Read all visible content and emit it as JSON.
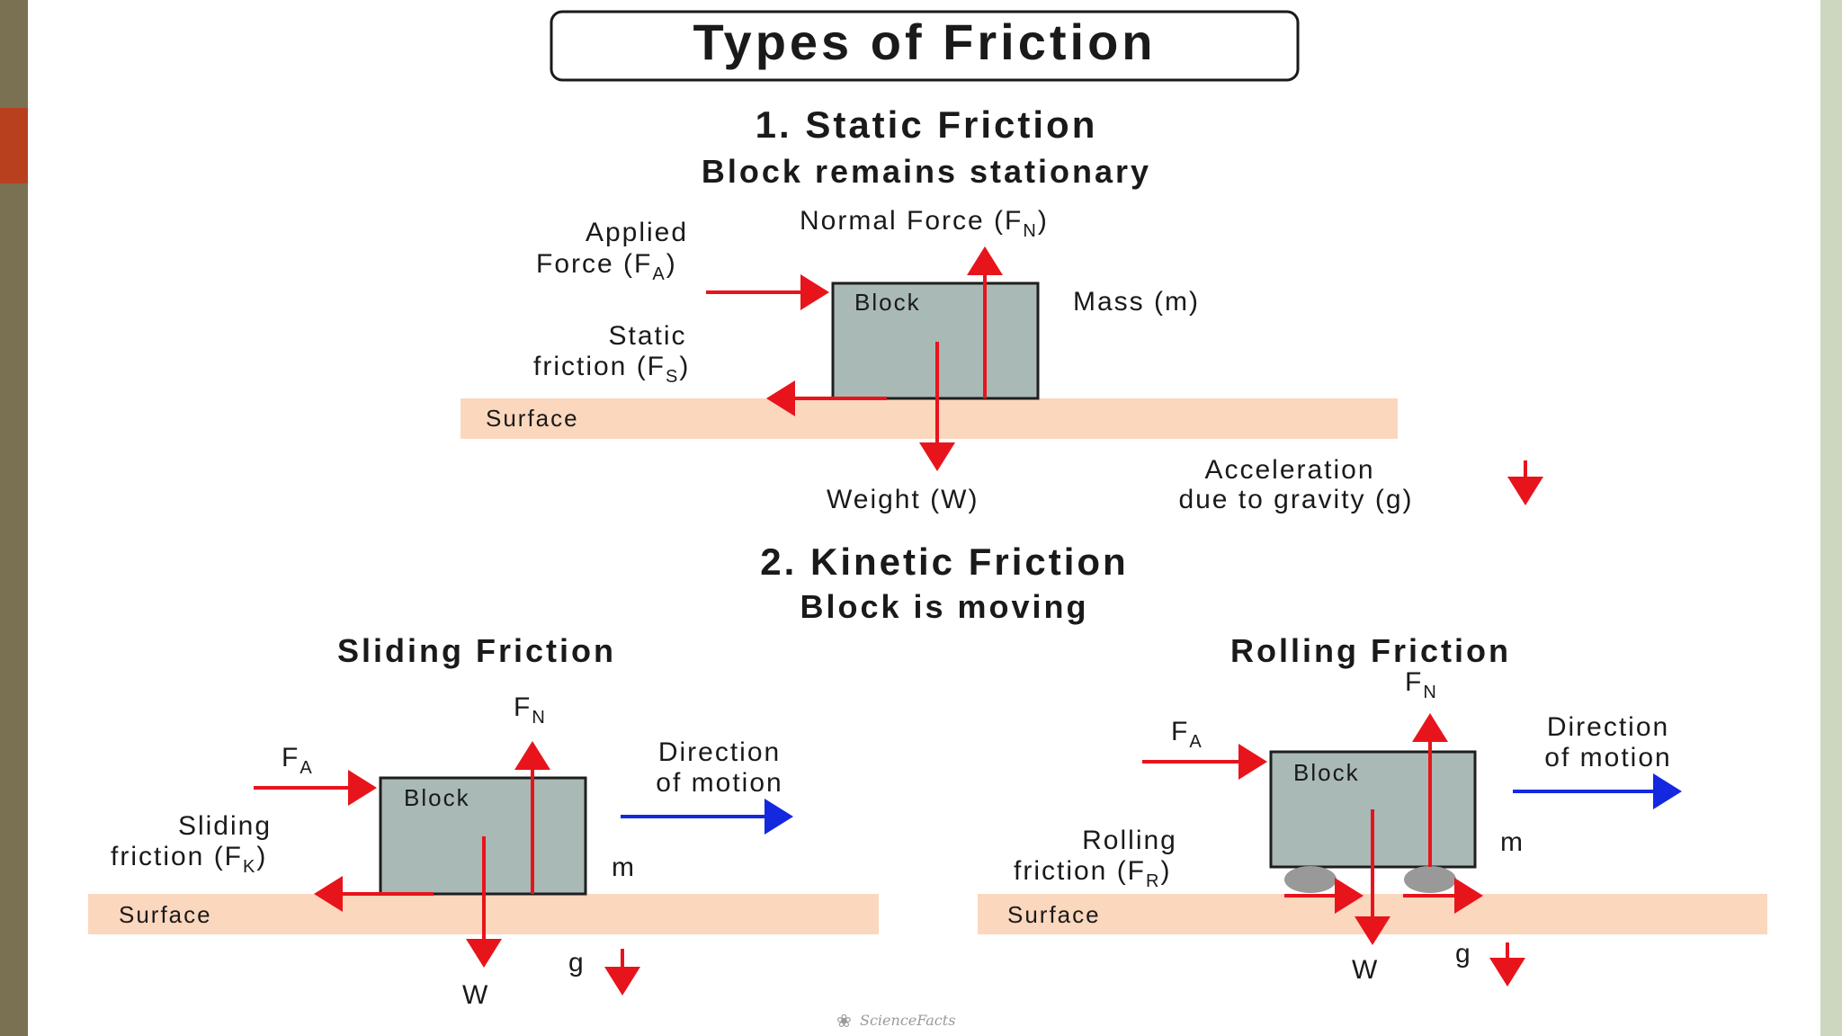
{
  "slide": {
    "left_band_color": "#7a7052",
    "left_accent_color": "#b8401e",
    "right_band_color": "#cdd7bf"
  },
  "title": "Types of Friction",
  "static_section": {
    "heading": "1. Static Friction",
    "subheading": "Block remains stationary",
    "block_label": "Block",
    "surface_label": "Surface",
    "applied_force_line1": "Applied",
    "applied_force_line2": "Force (F",
    "applied_force_sub": "A",
    "normal_force": "Normal Force (F",
    "normal_force_sub": "N",
    "mass": "Mass (m)",
    "static_friction_line1": "Static",
    "static_friction_line2": "friction (F",
    "static_friction_sub": "S",
    "weight": "Weight (W)",
    "accel_line1": "Acceleration",
    "accel_line2": "due to gravity (g)"
  },
  "kinetic_section": {
    "heading": "2. Kinetic Friction",
    "subheading": "Block is moving",
    "sliding": {
      "heading": "Sliding Friction",
      "block_label": "Block",
      "surface_label": "Surface",
      "fn": "F",
      "fn_sub": "N",
      "fa": "F",
      "fa_sub": "A",
      "direction_line1": "Direction",
      "direction_line2": "of motion",
      "friction_line1": "Sliding",
      "friction_line2": "friction (F",
      "friction_sub": "K",
      "mass": "m",
      "weight": "W",
      "gravity": "g"
    },
    "rolling": {
      "heading": "Rolling Friction",
      "block_label": "Block",
      "surface_label": "Surface",
      "fn": "F",
      "fn_sub": "N",
      "fa": "F",
      "fa_sub": "A",
      "direction_line1": "Direction",
      "direction_line2": "of motion",
      "friction_line1": "Rolling",
      "friction_line2": "friction (F",
      "friction_sub": "R",
      "mass": "m",
      "weight": "W",
      "gravity": "g"
    }
  },
  "watermark": "ScienceFacts",
  "colors": {
    "force_arrow": "#e8141c",
    "motion_arrow": "#1428e0",
    "block_fill": "#a9b9b6",
    "block_stroke": "#1e1e1e",
    "surface_fill": "#fbd7bd",
    "wheel_fill": "#999999"
  }
}
